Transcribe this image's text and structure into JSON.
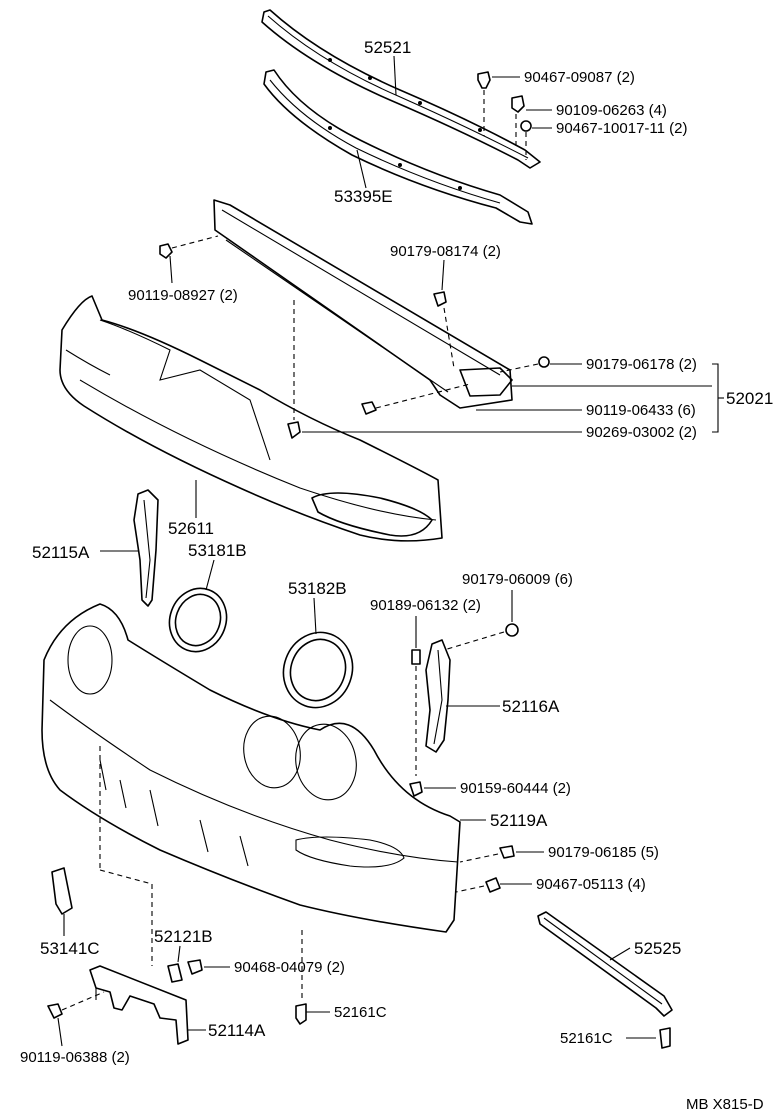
{
  "labels": {
    "p52521": "52521",
    "p53395E": "53395E",
    "p90467_09087": "90467-09087 (2)",
    "p90109_06263": "90109-06263 (4)",
    "p90467_10017": "90467-10017-11 (2)",
    "p90179_08174": "90179-08174 (2)",
    "p90119_08927": "90119-08927 (2)",
    "p90179_06178": "90179-06178 (2)",
    "p90119_06433": "90119-06433 (6)",
    "p90269_03002": "90269-03002 (2)",
    "p52021": "52021",
    "p52611": "52611",
    "p52115A": "52115A",
    "p53181B": "53181B",
    "p53182B": "53182B",
    "p90179_06009": "90179-06009 (6)",
    "p90189_06132": "90189-06132 (2)",
    "p52116A": "52116A",
    "p90159_60444": "90159-60444 (2)",
    "p52119A": "52119A",
    "p90179_06185": "90179-06185 (5)",
    "p90467_05113": "90467-05113 (4)",
    "p53141C": "53141C",
    "p52121B": "52121B",
    "p90468_04079": "90468-04079 (2)",
    "p52525": "52525",
    "p52161C_a": "52161C",
    "p52161C_b": "52161C",
    "p52114A": "52114A",
    "p90119_06388": "90119-06388 (2)",
    "footer": "MB X815-D"
  }
}
